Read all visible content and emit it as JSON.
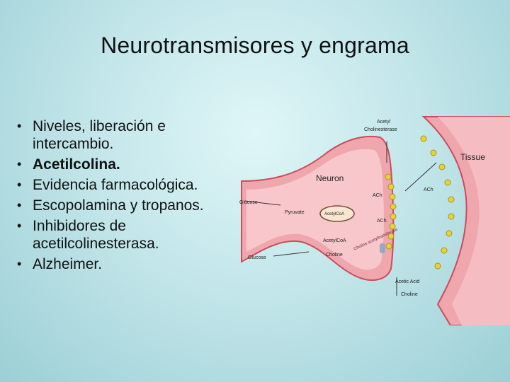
{
  "slide": {
    "title": "Neurotransmisores y engrama",
    "bullets": [
      {
        "text": "Niveles, liberación e intercambio.",
        "bold": false
      },
      {
        "text": "Acetilcolina.",
        "bold": true
      },
      {
        "text": "Evidencia farmacológica.",
        "bold": false
      },
      {
        "text": "Escopolamina y tropanos.",
        "bold": false
      },
      {
        "text": "Inhibidores de acetilcolinesterasa.",
        "bold": false
      },
      {
        "text": "Alzheimer.",
        "bold": false
      }
    ]
  },
  "diagram": {
    "neuron_label": "Neuron",
    "tissue_label": "Tissue",
    "enzyme_label_line1": "Acetyl",
    "enzyme_label_line2": "Cholinesterase",
    "glucose_top": "Glucose",
    "glucose_bottom": "Glucose",
    "pyruvate": "Pyruvate",
    "acetylcoa_inner": "AcetylCoA",
    "acetylcoa_lower": "AcetylCoA",
    "choline_inner": "Choline",
    "ach_vesicle": "ACh",
    "ach_cleft": "ACh",
    "ach_receptor": "ACh",
    "acetyltransferase": "Choline acetyltransferase",
    "acetic_acid": "Acetic Acid",
    "choline_bottom": "Choline",
    "colors": {
      "neuron_fill": "#f0a6ad",
      "neuron_inner": "#f7c7cb",
      "tissue_fill": "#f0a6ad",
      "vesicle": "#e8d23a",
      "receptor": "#9aa6c8"
    }
  }
}
